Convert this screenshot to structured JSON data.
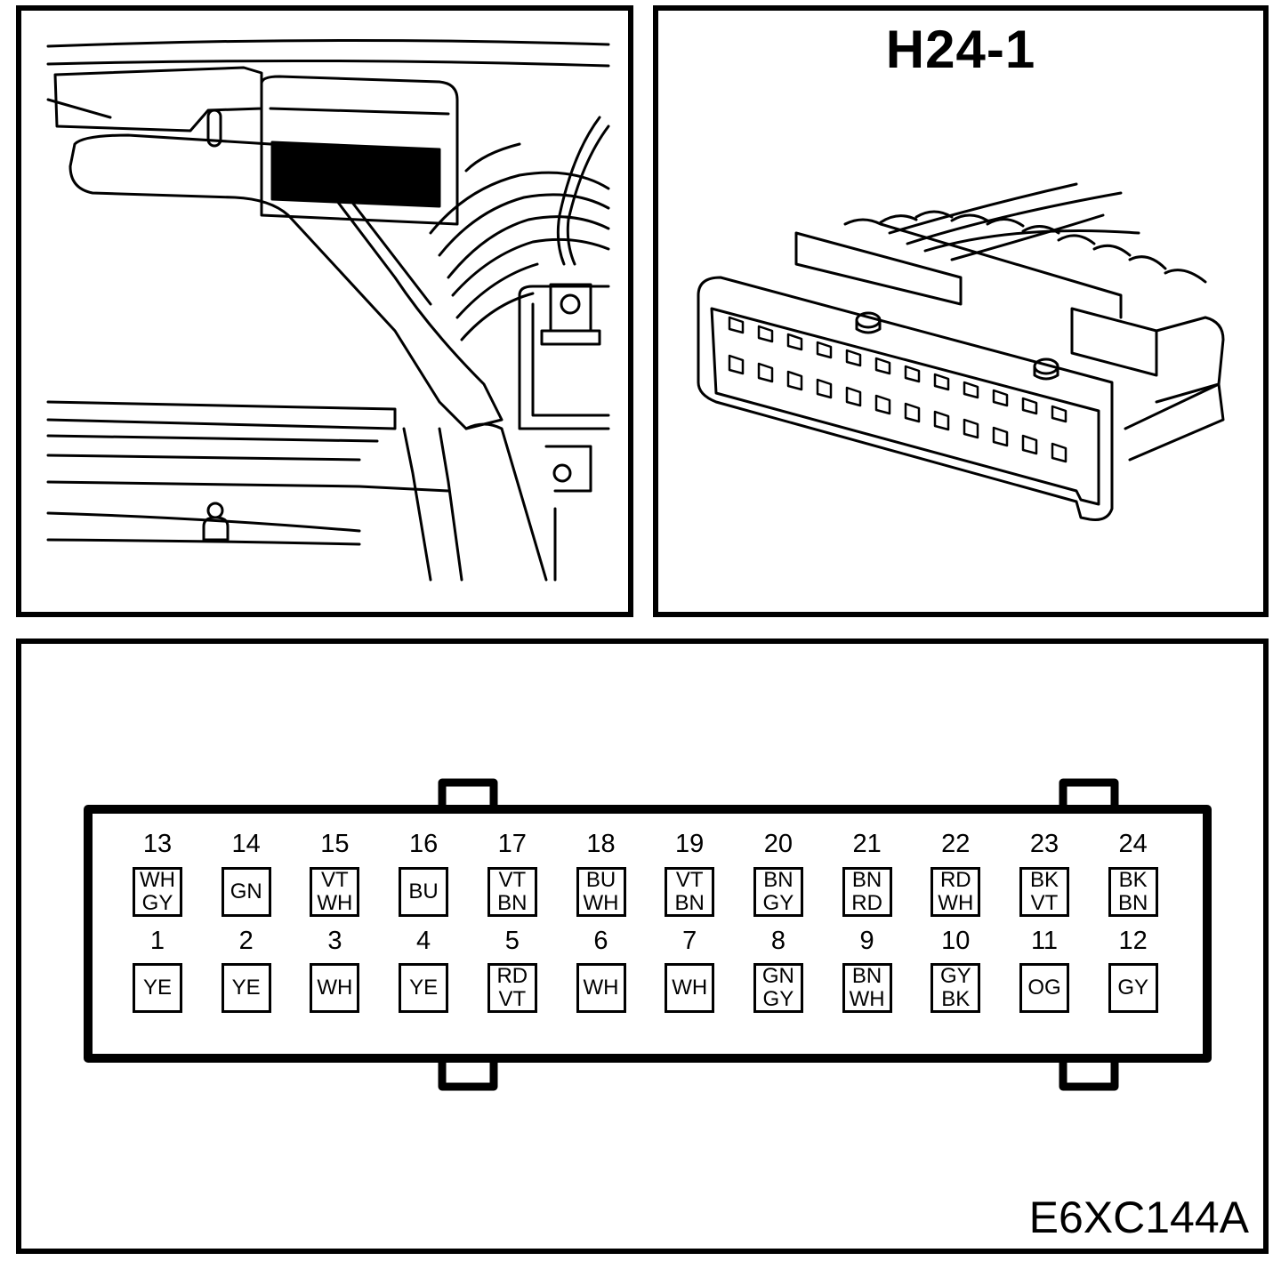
{
  "connector": {
    "id": "H24-1",
    "figure_code": "E6XC144A"
  },
  "pinout": {
    "top_row": [
      {
        "pin": "13",
        "colors": [
          "WH",
          "GY"
        ]
      },
      {
        "pin": "14",
        "colors": [
          "GN"
        ]
      },
      {
        "pin": "15",
        "colors": [
          "VT",
          "WH"
        ]
      },
      {
        "pin": "16",
        "colors": [
          "BU"
        ]
      },
      {
        "pin": "17",
        "colors": [
          "VT",
          "BN"
        ]
      },
      {
        "pin": "18",
        "colors": [
          "BU",
          "WH"
        ]
      },
      {
        "pin": "19",
        "colors": [
          "VT",
          "BN"
        ]
      },
      {
        "pin": "20",
        "colors": [
          "BN",
          "GY"
        ]
      },
      {
        "pin": "21",
        "colors": [
          "BN",
          "RD"
        ]
      },
      {
        "pin": "22",
        "colors": [
          "RD",
          "WH"
        ]
      },
      {
        "pin": "23",
        "colors": [
          "BK",
          "VT"
        ]
      },
      {
        "pin": "24",
        "colors": [
          "BK",
          "BN"
        ]
      }
    ],
    "bottom_row": [
      {
        "pin": "1",
        "colors": [
          "YE"
        ]
      },
      {
        "pin": "2",
        "colors": [
          "YE"
        ]
      },
      {
        "pin": "3",
        "colors": [
          "WH"
        ]
      },
      {
        "pin": "4",
        "colors": [
          "YE"
        ]
      },
      {
        "pin": "5",
        "colors": [
          "RD",
          "VT"
        ]
      },
      {
        "pin": "6",
        "colors": [
          "WH"
        ]
      },
      {
        "pin": "7",
        "colors": [
          "WH"
        ]
      },
      {
        "pin": "8",
        "colors": [
          "GN",
          "GY"
        ]
      },
      {
        "pin": "9",
        "colors": [
          "BN",
          "WH"
        ]
      },
      {
        "pin": "10",
        "colors": [
          "GY",
          "BK"
        ]
      },
      {
        "pin": "11",
        "colors": [
          "OG"
        ]
      },
      {
        "pin": "12",
        "colors": [
          "GY"
        ]
      }
    ]
  }
}
